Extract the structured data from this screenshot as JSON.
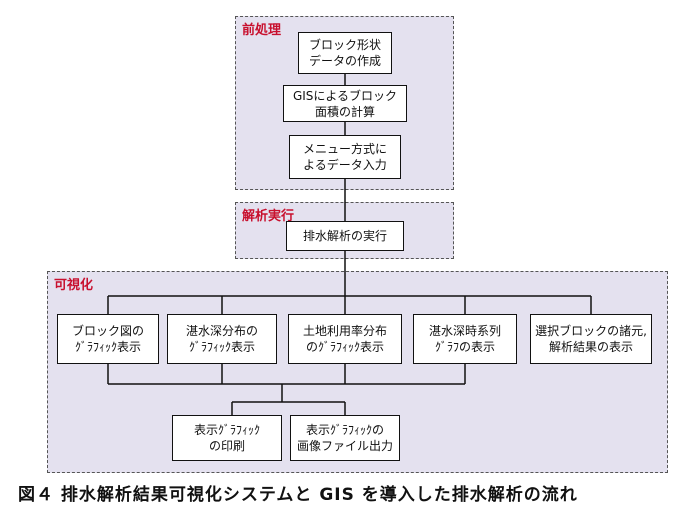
{
  "groups": {
    "preprocess": "前処理",
    "analysis": "解析実行",
    "visualize": "可視化"
  },
  "nodes": {
    "block_shape": [
      "ブロック形状",
      "データの作成"
    ],
    "gis_area": [
      "GISによるブロック",
      "面積の計算"
    ],
    "menu_input": [
      "メニュー方式に",
      "よるデータ入力"
    ],
    "drainage_exec": [
      "排水解析の実行"
    ],
    "block_map": [
      "ブロック図の",
      "ｸﾞﾗﾌｨｯｸ表示"
    ],
    "flood_depth": [
      "湛水深分布の",
      "ｸﾞﾗﾌｨｯｸ表示"
    ],
    "land_use": [
      "土地利用率分布",
      "のｸﾞﾗﾌｨｯｸ表示"
    ],
    "depth_timeseries": [
      "湛水深時系列",
      "ｸﾞﾗﾌの表示"
    ],
    "selected_block": [
      "選択ブロックの諸元,",
      "解析結果の表示"
    ],
    "print_graphic": [
      "表示ｸﾞﾗﾌｨｯｸ",
      "の印刷"
    ],
    "image_output": [
      "表示ｸﾞﾗﾌｨｯｸの",
      "画像ファイル出力"
    ]
  },
  "caption": "図４ 排水解析結果可視化システムと GIS を導入した排水解析の流れ"
}
